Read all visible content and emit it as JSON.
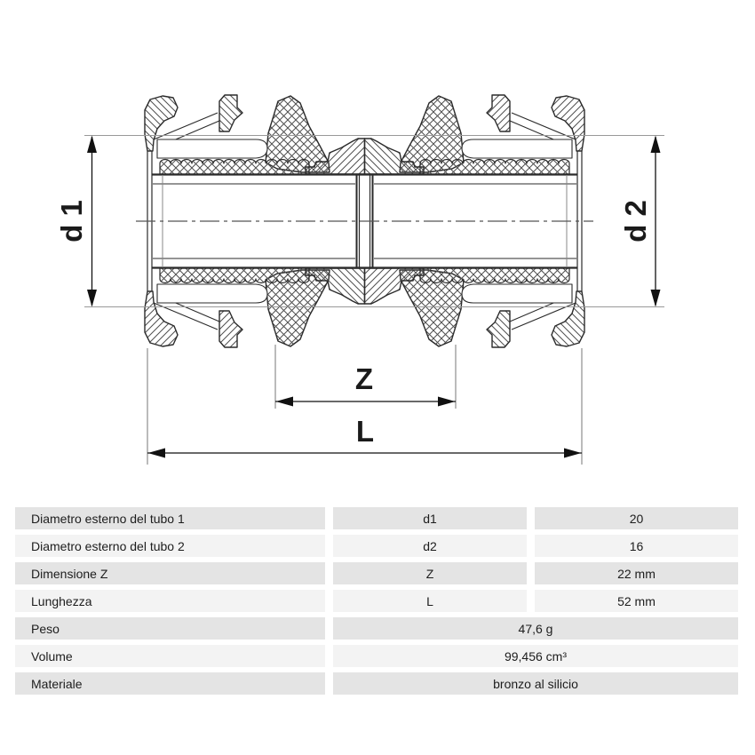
{
  "drawing": {
    "labels": {
      "d1": "d 1",
      "d2": "d 2",
      "z": "Z",
      "l": "L"
    }
  },
  "table": {
    "rows": [
      {
        "label": "Diametro esterno del tubo 1",
        "symbol": "d1",
        "value": "20"
      },
      {
        "label": "Diametro esterno del tubo 2",
        "symbol": "d2",
        "value": "16"
      },
      {
        "label": "Dimensione Z",
        "symbol": "Z",
        "value": "22 mm"
      },
      {
        "label": "Lunghezza",
        "symbol": "L",
        "value": "52 mm"
      },
      {
        "label": "Peso",
        "value": "47,6 g"
      },
      {
        "label": "Volume",
        "value": "99,456 cm³"
      },
      {
        "label": "Materiale",
        "value": "bronzo al silicio"
      }
    ]
  }
}
